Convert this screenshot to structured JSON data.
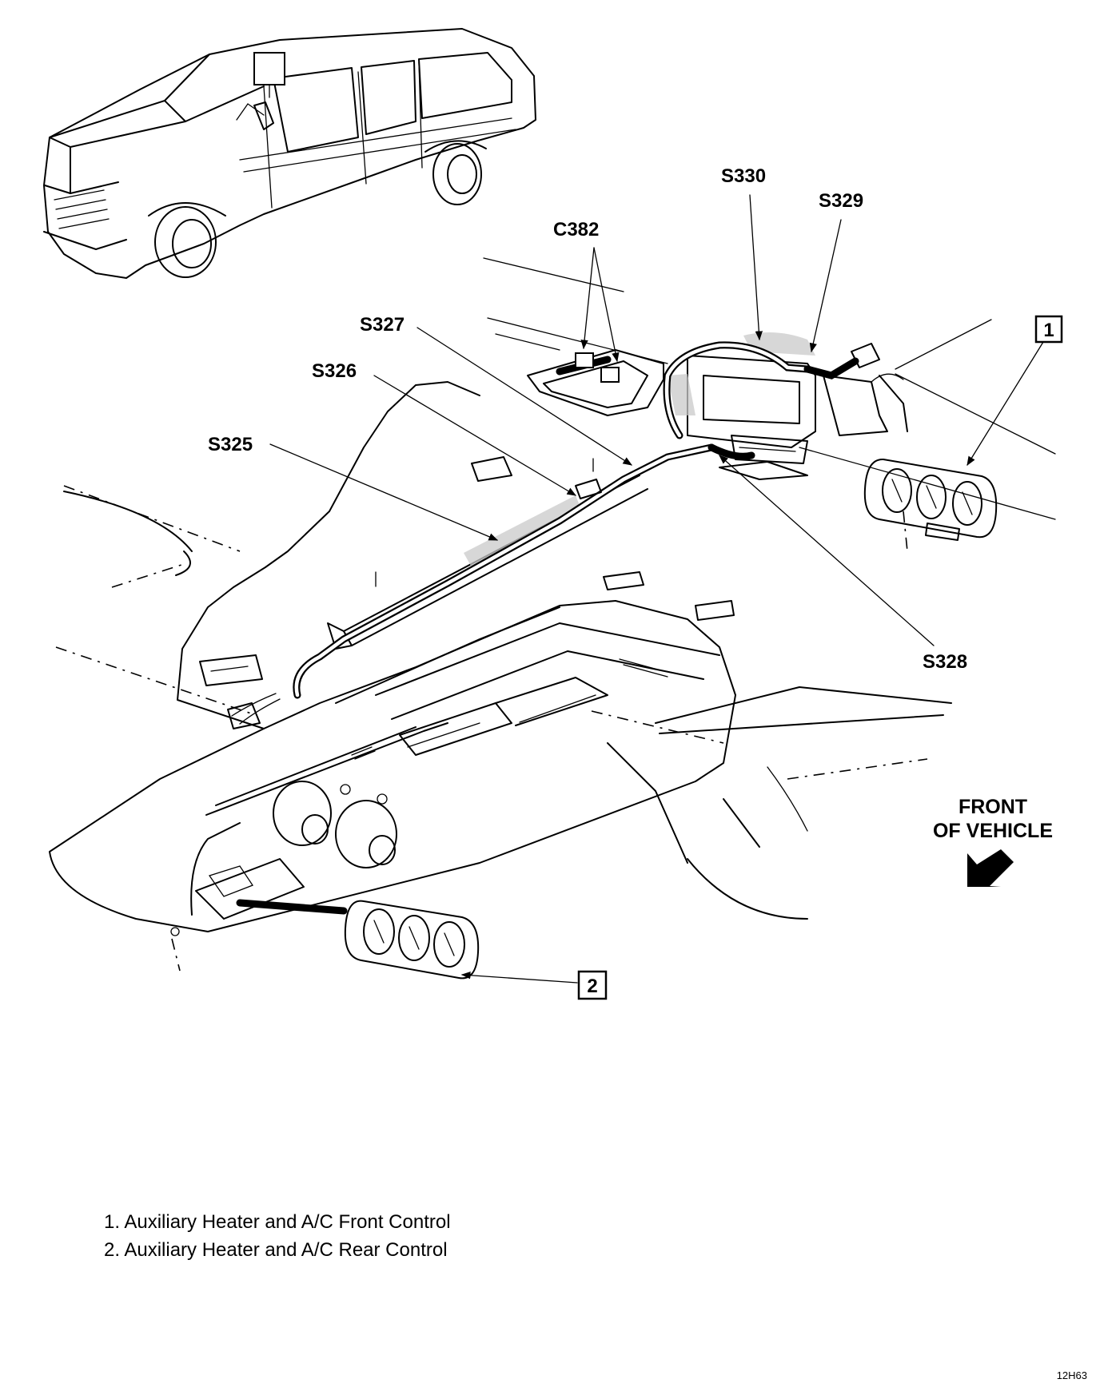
{
  "callouts": {
    "s330": "S330",
    "s329": "S329",
    "c382": "C382",
    "s327": "S327",
    "s326": "S326",
    "s325": "S325",
    "s328": "S328"
  },
  "markers": {
    "one": "1",
    "two": "2"
  },
  "front_of_vehicle": {
    "line1": "FRONT",
    "line2": "OF VEHICLE"
  },
  "legend": [
    "1.  Auxiliary Heater and A/C Front Control",
    "2.  Auxiliary Heater and A/C Rear Control"
  ],
  "figure_code": "12H63"
}
